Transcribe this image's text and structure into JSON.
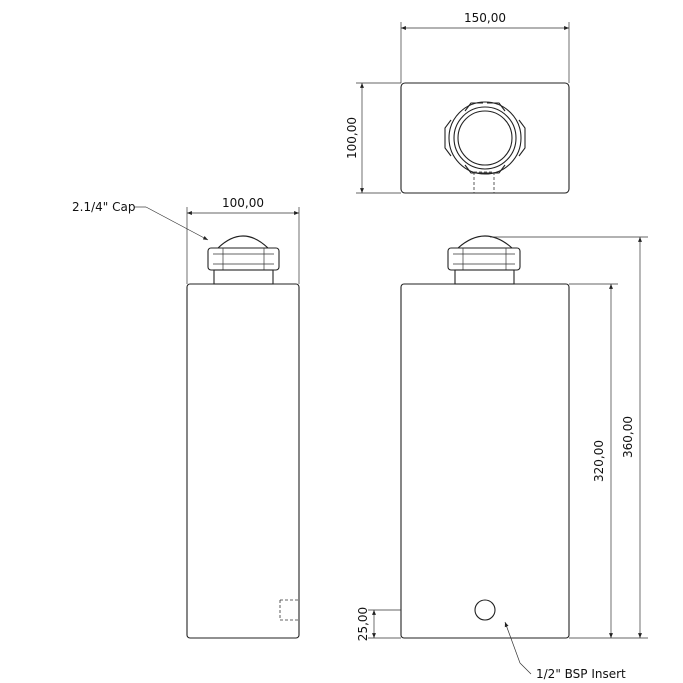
{
  "labels": {
    "cap": "2.1/4\" Cap",
    "insert": "1/2\" BSP  Insert"
  },
  "dimensions": {
    "top_width": "150,00",
    "top_depth": "100,00",
    "side_width": "100,00",
    "body_height": "320,00",
    "total_height": "360,00",
    "insert_height": "25,00"
  }
}
